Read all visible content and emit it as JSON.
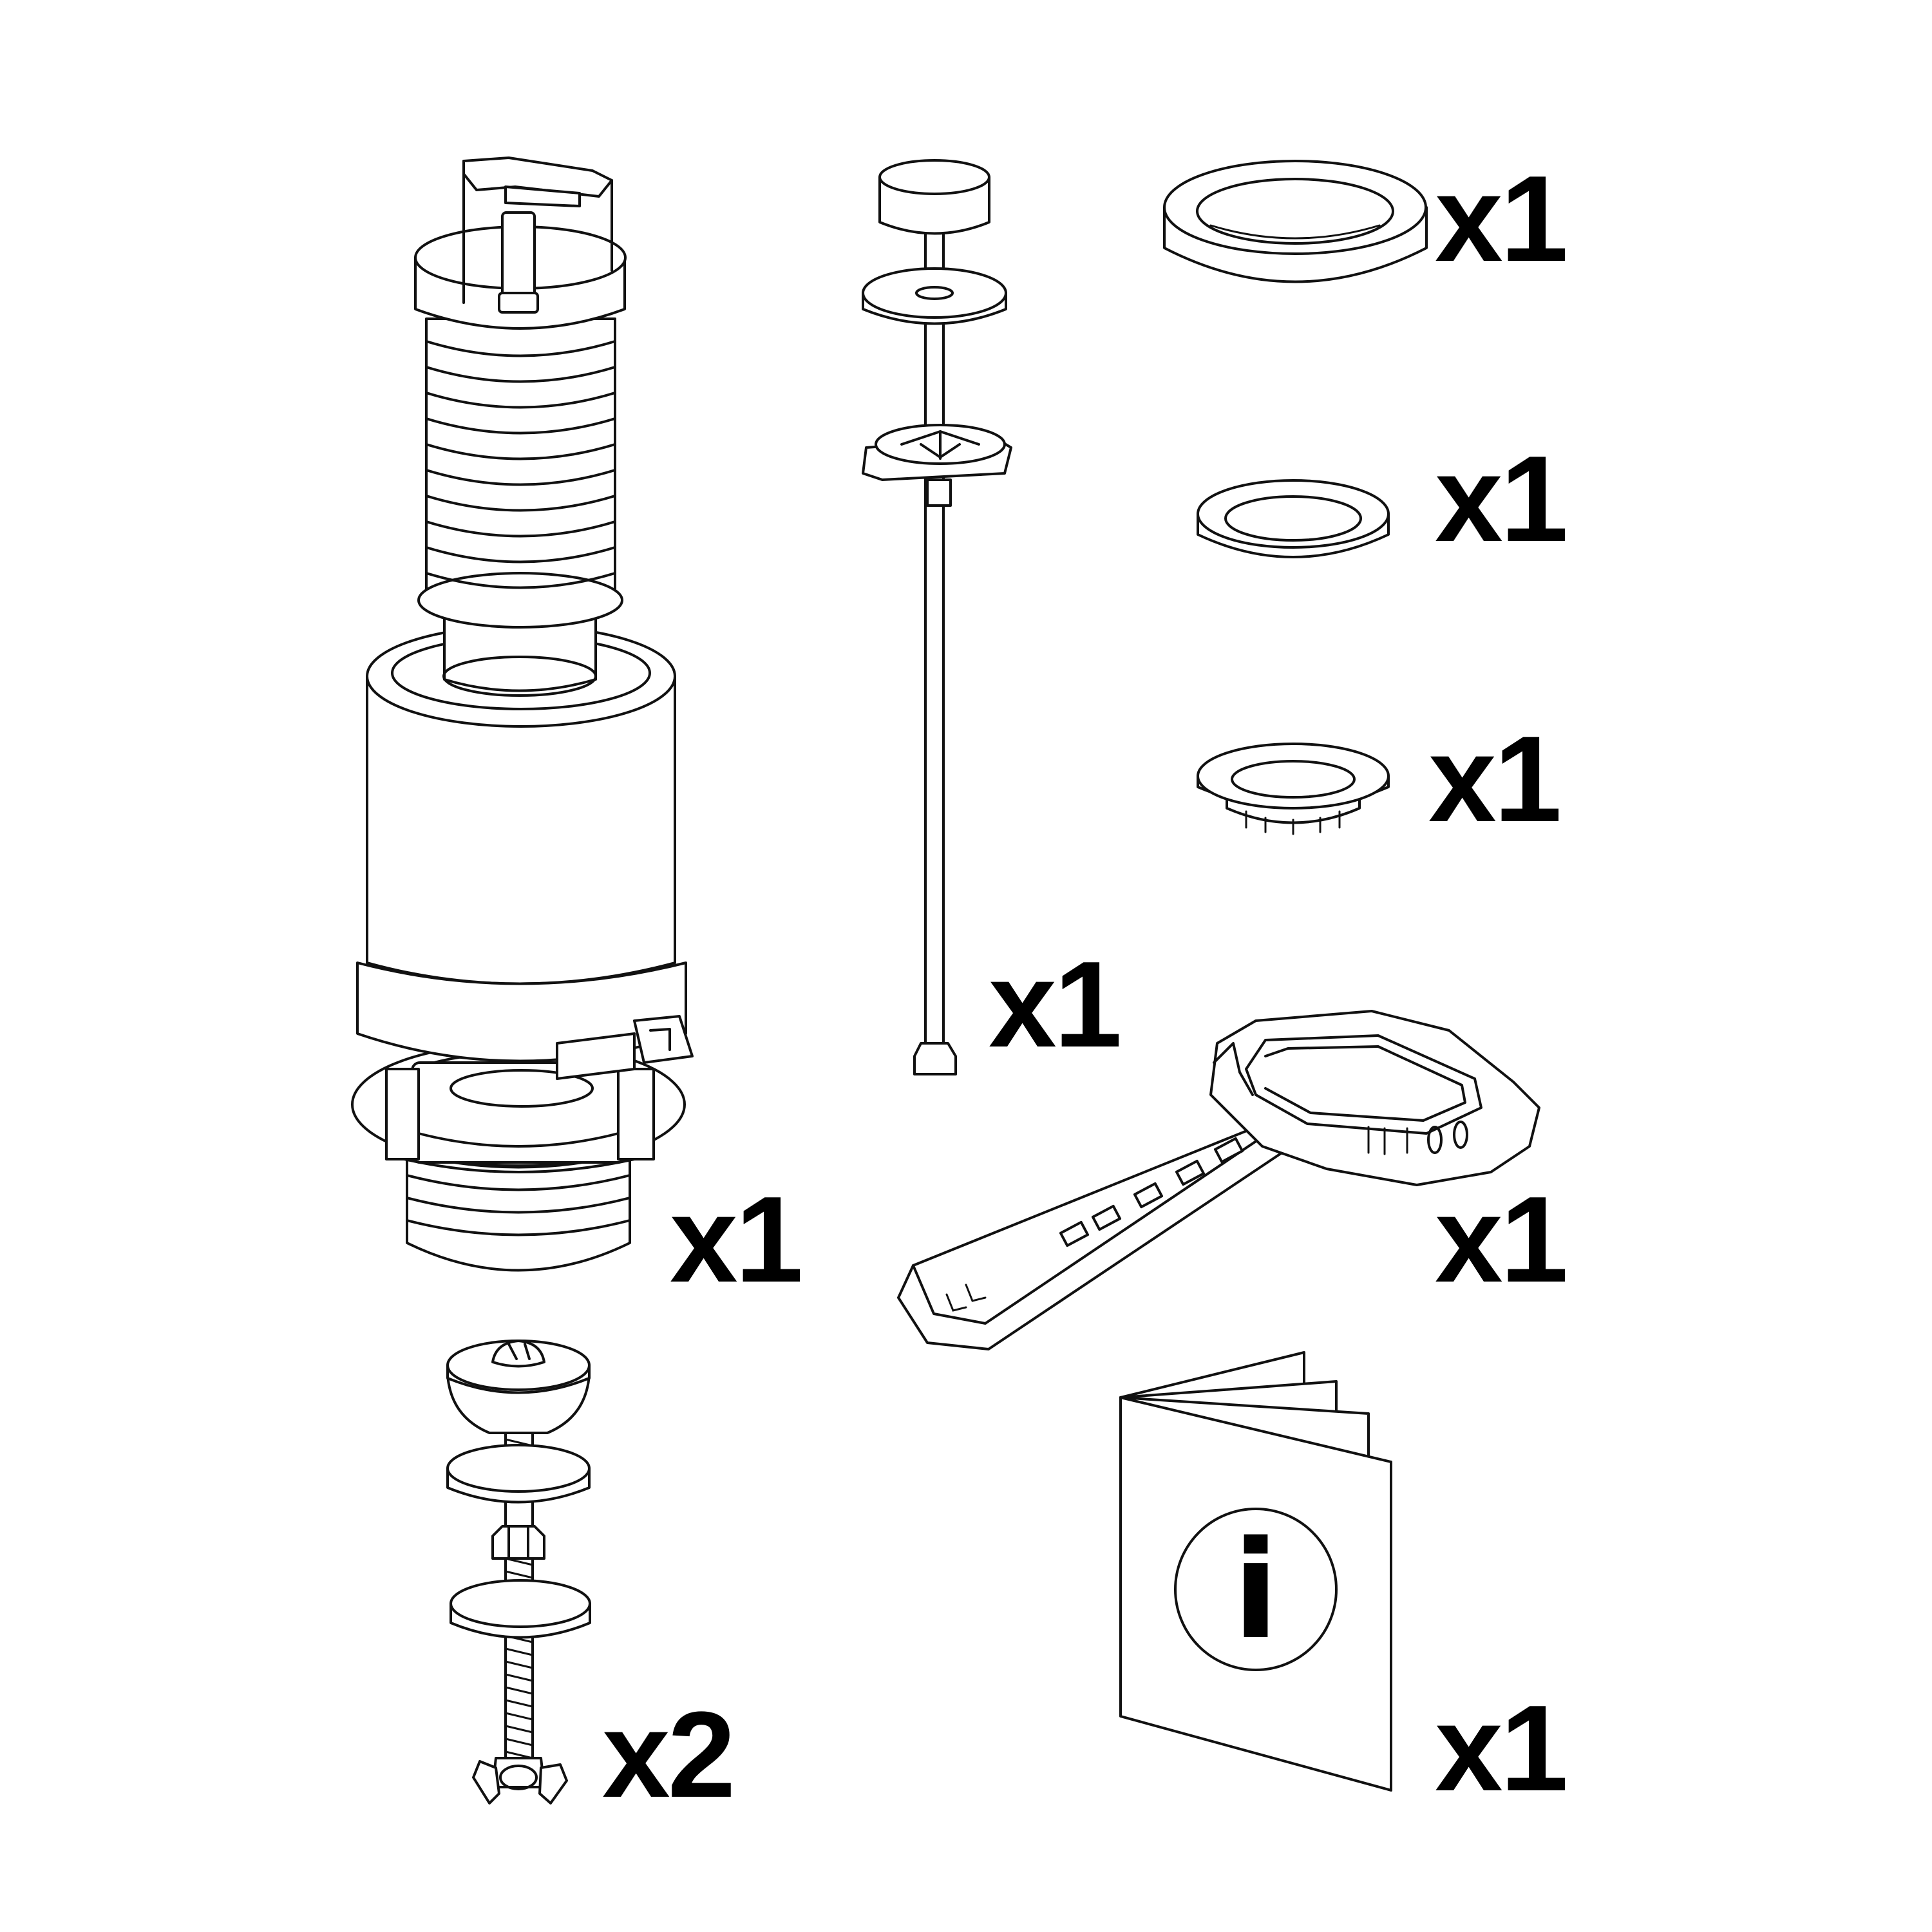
{
  "parts": [
    {
      "id": "flush-valve",
      "quantity": "x1"
    },
    {
      "id": "actuator-rod",
      "quantity": "x1"
    },
    {
      "id": "large-seal-ring",
      "quantity": "x1"
    },
    {
      "id": "medium-seal-ring",
      "quantity": "x1"
    },
    {
      "id": "small-flanged-seal",
      "quantity": "x1"
    },
    {
      "id": "spanner-wrench",
      "quantity": "x1"
    },
    {
      "id": "tank-bolt-set",
      "quantity": "x2"
    },
    {
      "id": "instruction-booklet",
      "quantity": "x1"
    }
  ],
  "booklet_symbol": "i",
  "colors": {
    "ink": "#111111",
    "background": "#ffffff"
  }
}
